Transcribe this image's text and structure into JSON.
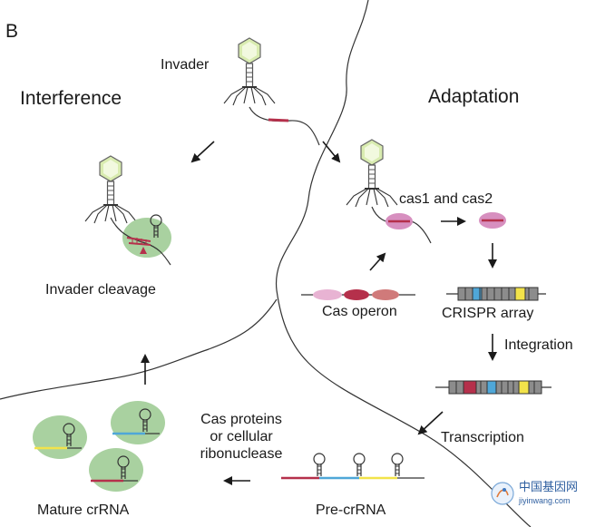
{
  "panel_label": "B",
  "sections": {
    "interference": "Interference",
    "adaptation": "Adaptation"
  },
  "labels": {
    "invader": "Invader",
    "invader_cleavage": "Invader cleavage",
    "cas1_cas2": "cas1 and cas2",
    "cas_operon": "Cas operon",
    "crispr_array": "CRISPR array",
    "integration": "Integration",
    "transcription": "Transcription",
    "cas_proteins_lines": [
      "Cas proteins",
      "or cellular",
      "ribonuclease"
    ],
    "pre_crrna": "Pre-crRNA",
    "mature_crrna": "Mature crRNA"
  },
  "watermark": {
    "text": "中国基因网",
    "url": "jiyinwang.com"
  },
  "colors": {
    "phage_head": "#d9ecb0",
    "cell_green": "#a9d1a0",
    "cas_pink": "#d78fbf",
    "spacer_red": "#b5304b",
    "spacer_blue": "#4fa7d8",
    "spacer_yellow": "#f2e34a",
    "repeat_gray": "#8c8c8c"
  }
}
